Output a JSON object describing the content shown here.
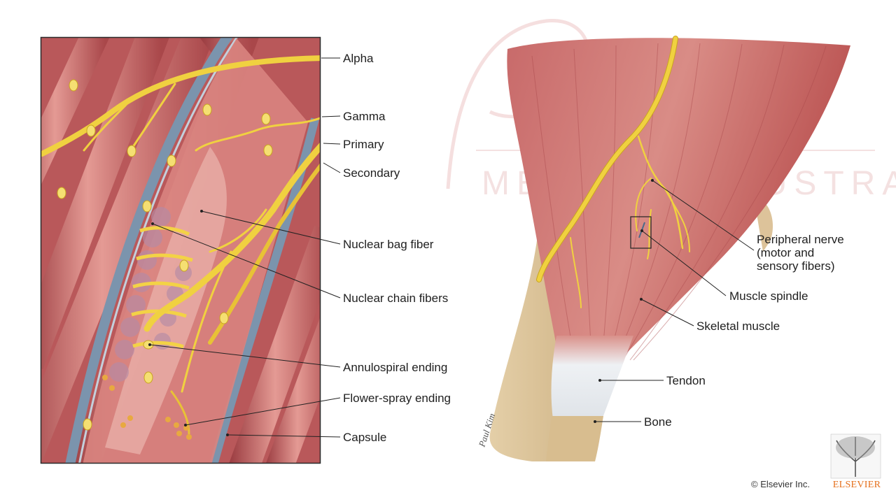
{
  "figure": {
    "left_panel_labels": [
      "Alpha",
      "Gamma",
      "Primary",
      "Secondary",
      "Nuclear bag fiber",
      "Nuclear chain fibers",
      "Annulospiral ending",
      "Flower-spray ending",
      "Capsule"
    ],
    "right_panel_labels": {
      "peripheral_nerve": [
        "Peripheral nerve",
        "(motor and",
        "sensory fibers)"
      ],
      "muscle_spindle": "Muscle spindle",
      "skeletal_muscle": "Skeletal muscle",
      "tendon": "Tendon",
      "bone": "Bone"
    },
    "watermark": "MEDICAL ILLUSTRATION",
    "copyright": "© Elsevier Inc.",
    "publisher": "ELSEVIER",
    "signature": "Paul Kim"
  },
  "colors": {
    "muscle_dark": "#a9474a",
    "muscle_mid": "#cf6f6f",
    "muscle_light": "#e8a8a4",
    "nerve": "#f0d140",
    "nerve_dark": "#c9a420",
    "capsule_blue": "#7b94ad",
    "tendon": "#e9ecef",
    "bone": "#d6b98c"
  }
}
